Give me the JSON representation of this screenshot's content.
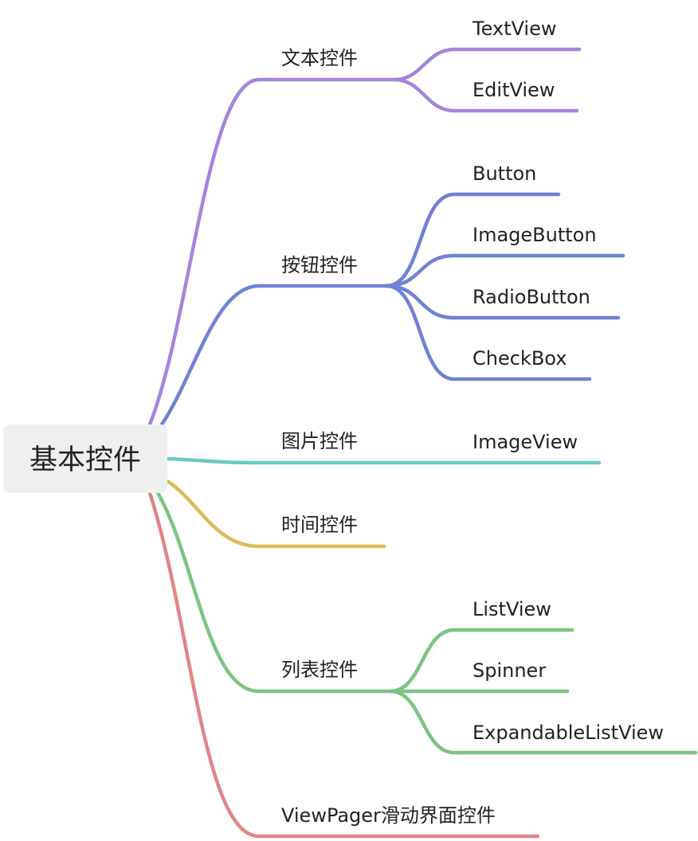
{
  "root": {
    "label": "基本控件"
  },
  "branches": [
    {
      "label": "文本控件",
      "color": "#a585db",
      "children": [
        {
          "label": "TextView"
        },
        {
          "label": "EditView"
        }
      ]
    },
    {
      "label": "按钮控件",
      "color": "#6f82d4",
      "children": [
        {
          "label": "Button"
        },
        {
          "label": "ImageButton"
        },
        {
          "label": "RadioButton"
        },
        {
          "label": "CheckBox"
        }
      ]
    },
    {
      "label": "图片控件",
      "color": "#6bc8c3",
      "children": [
        {
          "label": "ImageView"
        }
      ]
    },
    {
      "label": "时间控件",
      "color": "#e0b95a",
      "children": []
    },
    {
      "label": "列表控件",
      "color": "#7cc382",
      "children": [
        {
          "label": "ListView"
        },
        {
          "label": "Spinner"
        },
        {
          "label": "ExpandableListView"
        }
      ]
    },
    {
      "label": "ViewPager滑动界面控件",
      "color": "#e08585",
      "children": []
    }
  ]
}
